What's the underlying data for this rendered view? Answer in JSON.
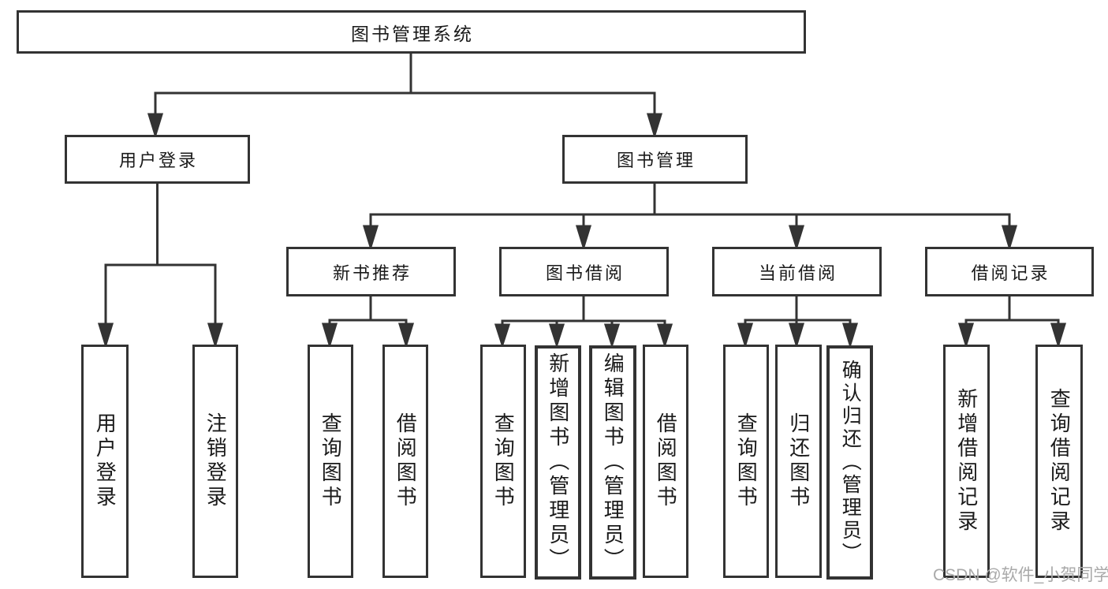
{
  "diagram": {
    "root": {
      "label": "图书管理系统"
    },
    "user_login": {
      "label": "用户登录",
      "children": [
        {
          "label": "用户登录"
        },
        {
          "label": "注销登录"
        }
      ]
    },
    "book_mgmt": {
      "label": "图书管理",
      "groups": [
        {
          "label": "新书推荐",
          "children": [
            {
              "label": "查询图书"
            },
            {
              "label": "借阅图书"
            }
          ]
        },
        {
          "label": "图书借阅",
          "children": [
            {
              "label": "查询图书"
            },
            {
              "label": "新增图书（管理员）"
            },
            {
              "label": "编辑图书（管理员）"
            },
            {
              "label": "借阅图书"
            }
          ]
        },
        {
          "label": "当前借阅",
          "children": [
            {
              "label": "查询图书"
            },
            {
              "label": "归还图书"
            },
            {
              "label": "确认归还（管理员）"
            }
          ]
        },
        {
          "label": "借阅记录",
          "children": [
            {
              "label": "新增借阅记录"
            },
            {
              "label": "查询借阅记录"
            }
          ]
        }
      ]
    }
  },
  "watermark": {
    "text": "CSDN @软件_小贺同学"
  },
  "colors": {
    "line": "#333333",
    "text": "#1a1a1a",
    "watermark": "#a9a9a9",
    "background": "#ffffff"
  }
}
